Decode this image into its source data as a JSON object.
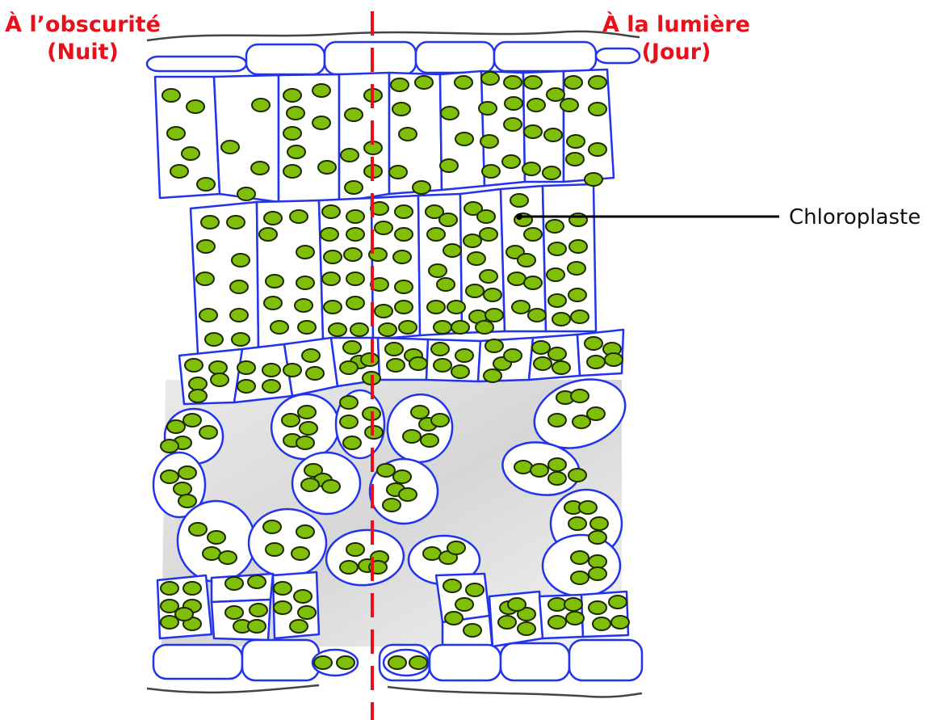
{
  "labels": {
    "left_title": "À l’obscurité",
    "left_subtitle": "(Nuit)",
    "right_title": "À la lumière",
    "right_subtitle": "(Jour)",
    "callout": "Chloroplaste"
  },
  "colors": {
    "cell_wall": "#2233ee",
    "chloroplast_fill": "#7fbf0a",
    "chloroplast_stroke": "#1d2a00",
    "divider": "#e8101a",
    "cuticle": "#444444",
    "air_space": "#d9d9d9",
    "label_text": "#e8101a"
  }
}
